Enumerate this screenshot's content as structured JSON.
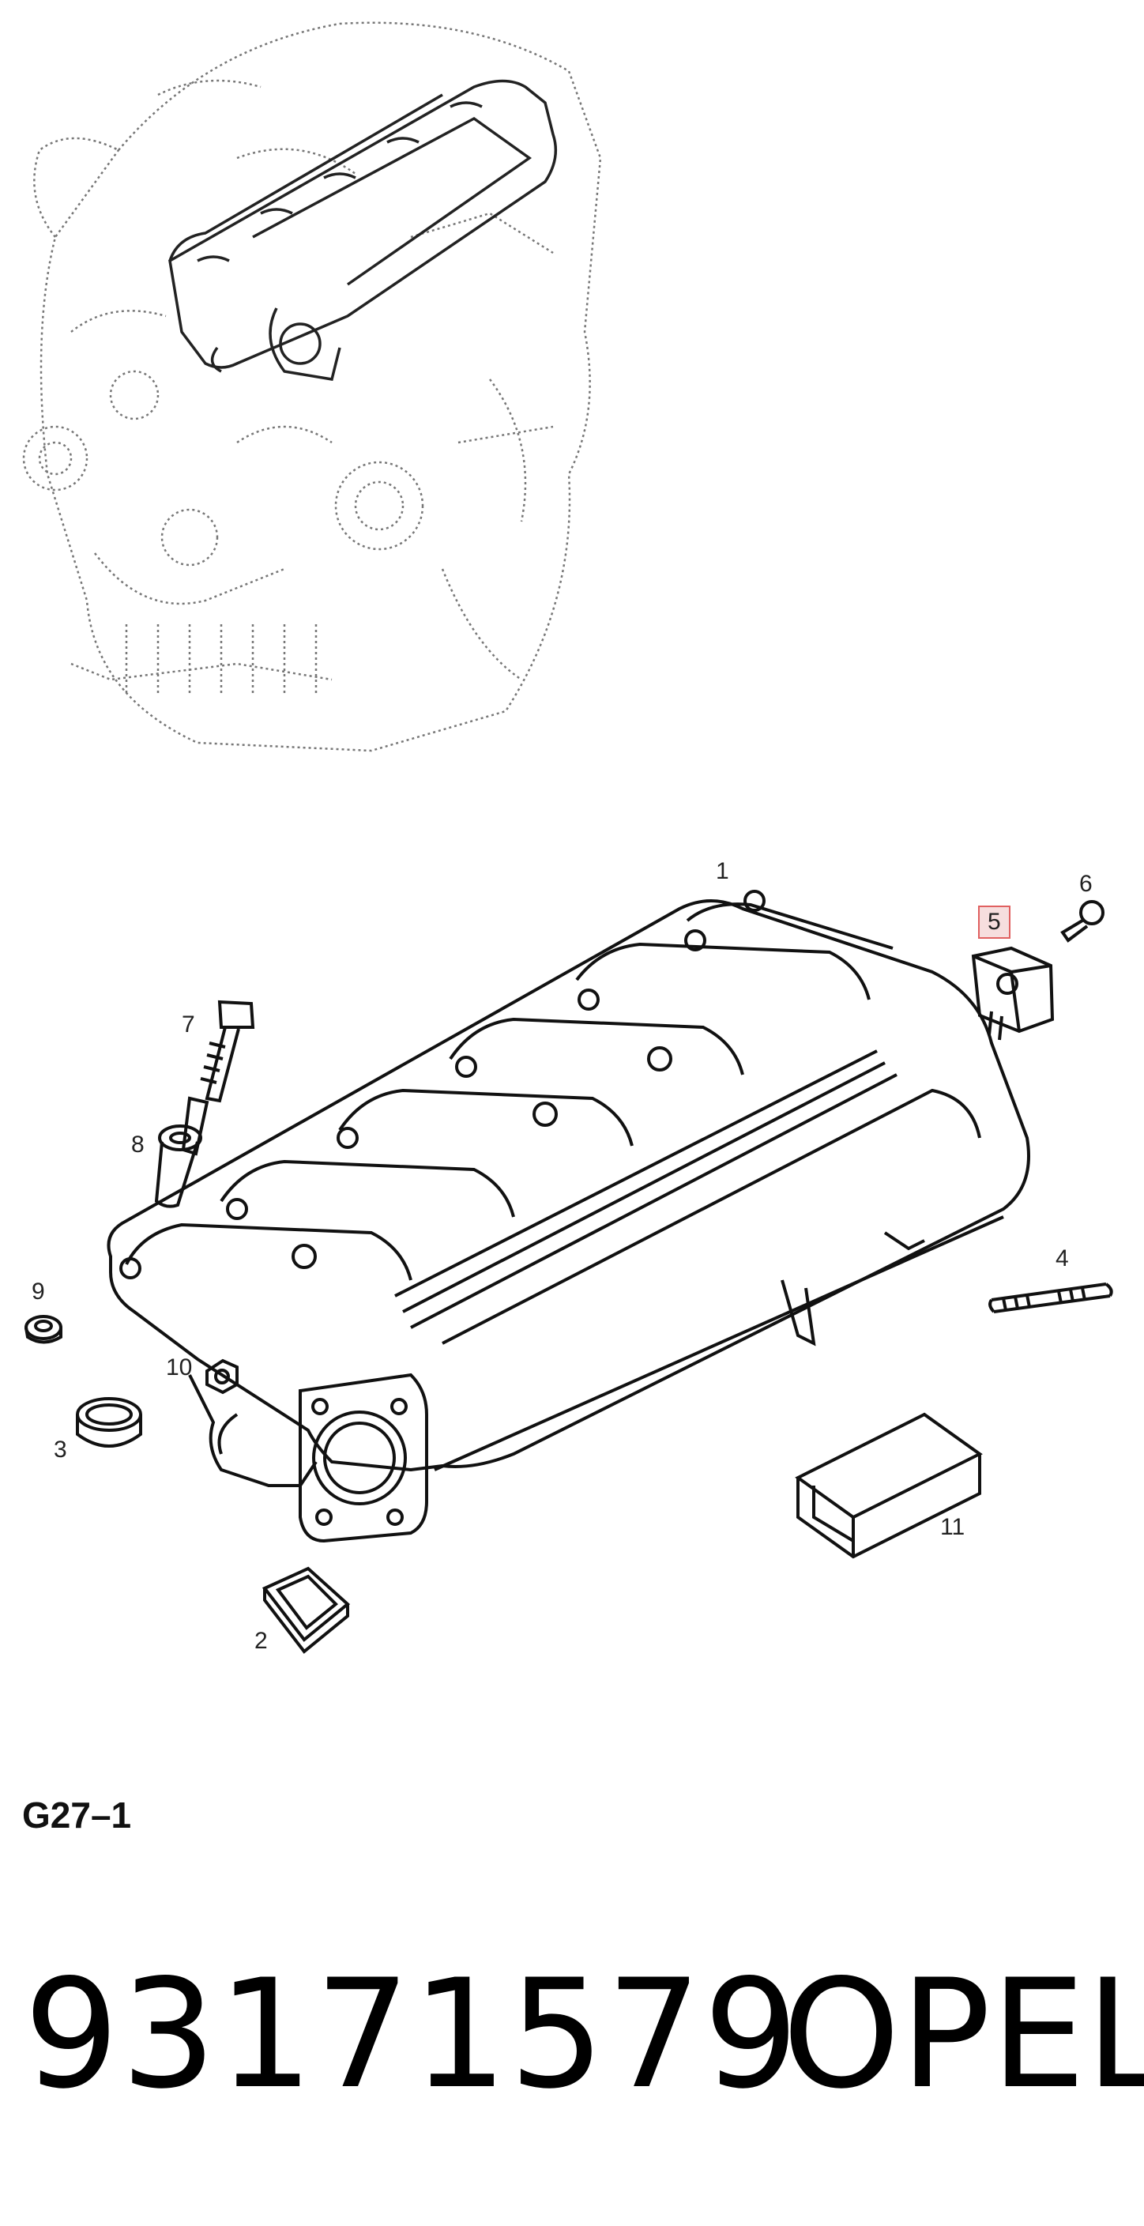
{
  "diagram": {
    "callouts": [
      {
        "id": "1",
        "label": "1"
      },
      {
        "id": "2",
        "label": "2"
      },
      {
        "id": "3",
        "label": "3"
      },
      {
        "id": "4",
        "label": "4"
      },
      {
        "id": "5",
        "label": "5",
        "highlighted": true
      },
      {
        "id": "6",
        "label": "6"
      },
      {
        "id": "7",
        "label": "7"
      },
      {
        "id": "8",
        "label": "8"
      },
      {
        "id": "9",
        "label": "9"
      },
      {
        "id": "10",
        "label": "10"
      },
      {
        "id": "11",
        "label": "11"
      }
    ],
    "code": "G27–1",
    "highlight_color": "#e06060"
  },
  "footer": {
    "part_number": "93171579",
    "brand": "OPEL"
  }
}
